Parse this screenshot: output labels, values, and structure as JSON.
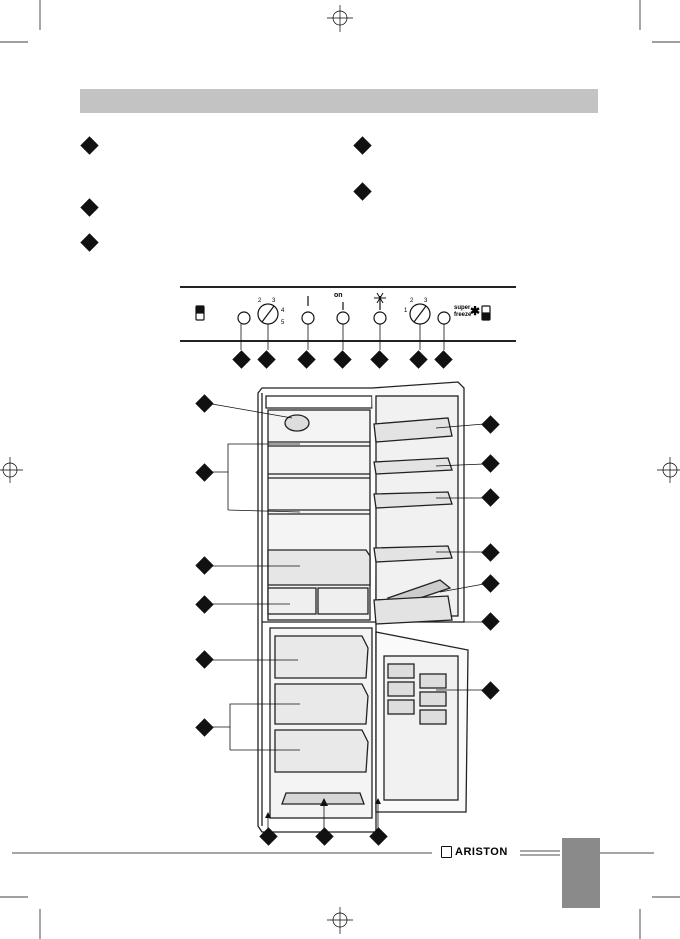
{
  "panel": {
    "on_label": "on",
    "super_label": "super",
    "freeze_label": "freeze",
    "dial_left_marks": [
      "2",
      "3",
      "4",
      "5"
    ],
    "dial_right_marks": [
      "2",
      "3",
      "1"
    ]
  },
  "footer": {
    "brand": "ARISTON"
  },
  "colors": {
    "header_bar": "#c3c3c3",
    "side_tab": "#8a8a8a",
    "marker": "#111111"
  }
}
